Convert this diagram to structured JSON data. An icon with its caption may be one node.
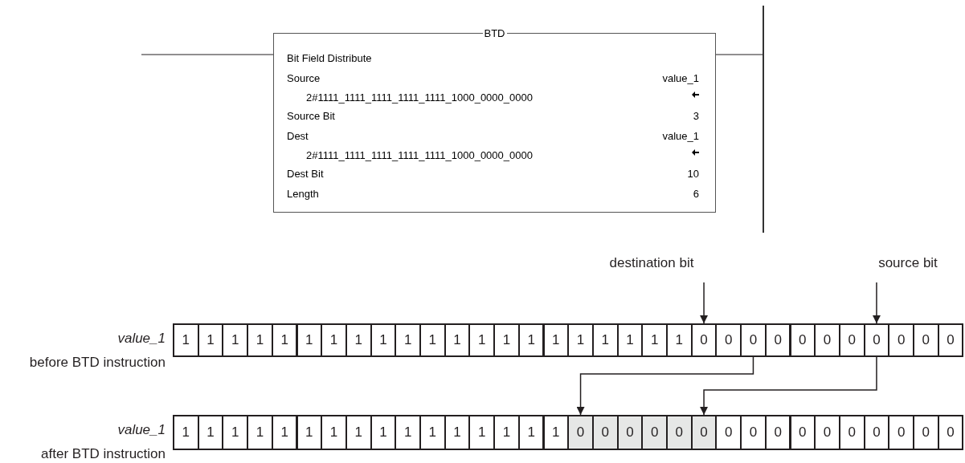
{
  "diagram": {
    "nodes": [
      {
        "text": [
          "BTD",
          "Bit Field Distribute",
          "Source",
          "value_1",
          "2#1111_1111_1111_1111_1111_1000_0000_0000",
          "Source Bit",
          "3",
          "Dest",
          "value_1",
          "2#1111_1111_1111_1111_1111_1000_0000_0000",
          "Dest Bit",
          "10",
          "Length",
          "6"
        ]
      },
      {
        "text": [],
        "shape": "bar"
      },
      {
        "text": [
          "destination bit"
        ]
      },
      {
        "text": [
          "source bit"
        ]
      },
      {
        "text": [],
        "shape": "band"
      },
      {
        "text": [
          "1"
        ]
      },
      {
        "text": [
          "1"
        ]
      },
      {
        "text": [
          "1"
        ]
      },
      {
        "text": [
          "1"
        ]
      },
      {
        "text": [
          "1"
        ]
      },
      {
        "text": [
          "1"
        ]
      },
      {
        "text": [
          "1"
        ]
      },
      {
        "text": [
          "1"
        ]
      },
      {
        "text": [
          "1"
        ]
      },
      {
        "text": [
          "1"
        ]
      },
      {
        "text": [
          "1"
        ]
      },
      {
        "text": [
          "1"
        ]
      },
      {
        "text": [
          "1"
        ]
      },
      {
        "text": [
          "1"
        ]
      },
      {
        "text": [
          "1"
        ]
      },
      {
        "text": [
          "1"
        ]
      },
      {
        "text": [
          "1"
        ]
      },
      {
        "text": [
          "1"
        ]
      },
      {
        "text": [
          "1"
        ]
      },
      {
        "text": [
          "1"
        ]
      },
      {
        "text": [
          "1"
        ]
      },
      {
        "text": [
          "0"
        ]
      },
      {
        "text": [
          "0"
        ]
      },
      {
        "text": [
          "0"
        ]
      },
      {
        "text": [
          "0"
        ]
      },
      {
        "text": [
          "0"
        ]
      },
      {
        "text": [
          "0"
        ]
      },
      {
        "text": [
          "0"
        ]
      },
      {
        "text": [
          "0"
        ]
      },
      {
        "text": [
          "0"
        ]
      },
      {
        "text": [
          "0"
        ]
      },
      {
        "text": [
          "0"
        ]
      },
      {
        "text": [
          "1"
        ]
      },
      {
        "text": [
          "1"
        ]
      },
      {
        "text": [
          "1"
        ]
      },
      {
        "text": [
          "1"
        ]
      },
      {
        "text": [
          "1"
        ]
      },
      {
        "text": [
          "1"
        ]
      },
      {
        "text": [
          "1"
        ]
      },
      {
        "text": [
          "1"
        ]
      },
      {
        "text": [
          "1"
        ]
      },
      {
        "text": [
          "1"
        ]
      },
      {
        "text": [
          "1"
        ]
      },
      {
        "text": [
          "1"
        ]
      },
      {
        "text": [
          "1"
        ]
      },
      {
        "text": [
          "1"
        ]
      },
      {
        "text": [
          "1"
        ]
      },
      {
        "text": [
          "1"
        ]
      },
      {
        "text": [
          "0"
        ],
        "in": 4
      },
      {
        "text": [
          "0"
        ],
        "in": 4
      },
      {
        "text": [
          "0"
        ],
        "in": 4
      },
      {
        "text": [
          "0"
        ],
        "in": 4
      },
      {
        "text": [
          "0"
        ],
        "in": 4
      },
      {
        "text": [
          "0"
        ],
        "in": 4
      },
      {
        "text": [
          "0"
        ]
      },
      {
        "text": [
          "0"
        ]
      },
      {
        "text": [
          "0"
        ]
      },
      {
        "text": [
          "0"
        ]
      },
      {
        "text": [
          "0"
        ]
      },
      {
        "text": [
          "0"
        ]
      },
      {
        "text": [
          "0"
        ]
      },
      {
        "text": [
          "0"
        ]
      },
      {
        "text": [
          "0"
        ]
      },
      {
        "text": [
          "0"
        ]
      }
    ],
    "edges": [
      {
        "from": null,
        "to": 0,
        "arrow": "none"
      },
      {
        "from": 0,
        "to": 1,
        "arrow": "none"
      },
      {
        "from": 2,
        "to": 26,
        "arrow": "to"
      },
      {
        "from": 3,
        "to": 33,
        "arrow": "to"
      },
      {
        "from": 28,
        "to": 53,
        "arrow": "to"
      },
      {
        "from": 33,
        "to": 58,
        "arrow": "to"
      }
    ],
    "labels": [
      "value_1",
      "before BTD instruction",
      "value_1",
      "after BTD instruction"
    ]
  }
}
